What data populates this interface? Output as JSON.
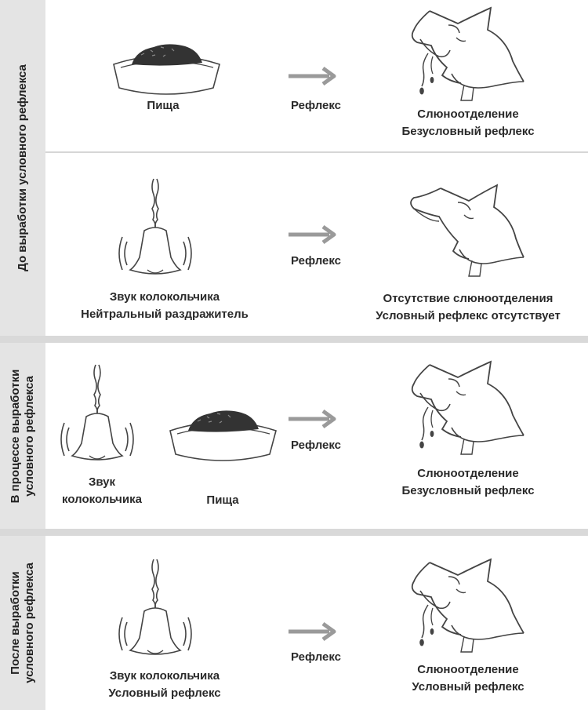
{
  "sections": [
    {
      "label": "До выработки условного рефлекса",
      "rows": [
        {
          "stimulus": "Пища",
          "arrow": "Рефлекс",
          "response": [
            "Слюноотделение",
            "Безусловный рефлекс"
          ]
        },
        {
          "stimulus": [
            "Звук колокольчика",
            "Нейтральный раздражитель"
          ],
          "arrow": "Рефлекс",
          "response": [
            "Отсутствие слюноотделения",
            "Условный рефлекс отсутствует"
          ]
        }
      ]
    },
    {
      "label": [
        "В процессе выработки",
        "условного рефлекса"
      ],
      "rows": [
        {
          "stimulus_bell": [
            "Звук",
            "колокольчика"
          ],
          "stimulus_food": "Пища",
          "arrow": "Рефлекс",
          "response": [
            "Слюноотделение",
            "Безусловный рефлекс"
          ]
        }
      ]
    },
    {
      "label": [
        "После выработки",
        "условного рефлекса"
      ],
      "rows": [
        {
          "stimulus": [
            "Звук колокольчика",
            "Условный рефлекс"
          ],
          "arrow": "Рефлекс",
          "response": [
            "Слюноотделение",
            "Условный рефлекс"
          ]
        }
      ]
    }
  ],
  "colors": {
    "sidebar": "#e4e4e4",
    "line": "#444444",
    "arrow": "#9a9a9a",
    "text": "#2a2a2a"
  }
}
